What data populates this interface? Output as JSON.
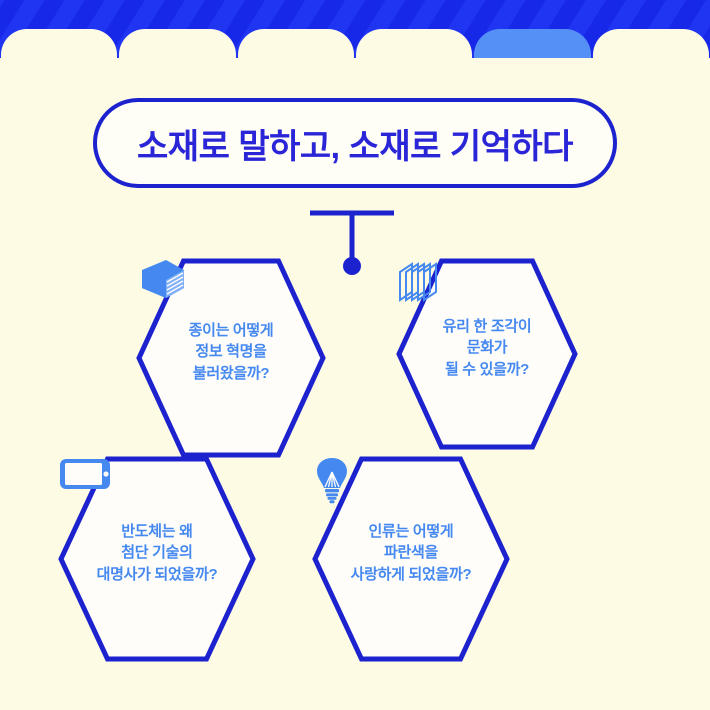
{
  "theme": {
    "page_background": "#FDFBE4",
    "band_blue_dark": "#1728E8",
    "band_blue_light": "#2035F2",
    "active_tab_blue": "#5590F7",
    "title_blue": "#2A26D8",
    "outline_blue": "#1D22CF",
    "label_blue": "#4589F0",
    "card_white": "#FEFDF6"
  },
  "top_band": {
    "tabs": [
      {
        "name": "tab-1",
        "active": false
      },
      {
        "name": "tab-2",
        "active": false
      },
      {
        "name": "tab-3",
        "active": false
      },
      {
        "name": "tab-4",
        "active": false
      },
      {
        "name": "tab-5",
        "active": true
      },
      {
        "name": "tab-6",
        "active": false
      }
    ]
  },
  "header": {
    "title": "소재로 말하고, 소재로 기억하다"
  },
  "connector": {
    "type": "tree-stem-with-dot"
  },
  "topics": [
    {
      "id": "paper",
      "label": "종이는 어떻게\n정보 혁명을\n불러왔을까?",
      "icon": "book-icon"
    },
    {
      "id": "glass",
      "label": "유리 한 조각이\n문화가\n될 수 있을까?",
      "icon": "glass-panes-icon"
    },
    {
      "id": "semiconductor",
      "label": "반도체는 왜\n첨단 기술의\n대명사가 되었을까?",
      "icon": "smartphone-icon"
    },
    {
      "id": "blue",
      "label": "인류는 어떻게\n파란색을\n사랑하게 되었을까?",
      "icon": "led-bulb-icon"
    }
  ]
}
